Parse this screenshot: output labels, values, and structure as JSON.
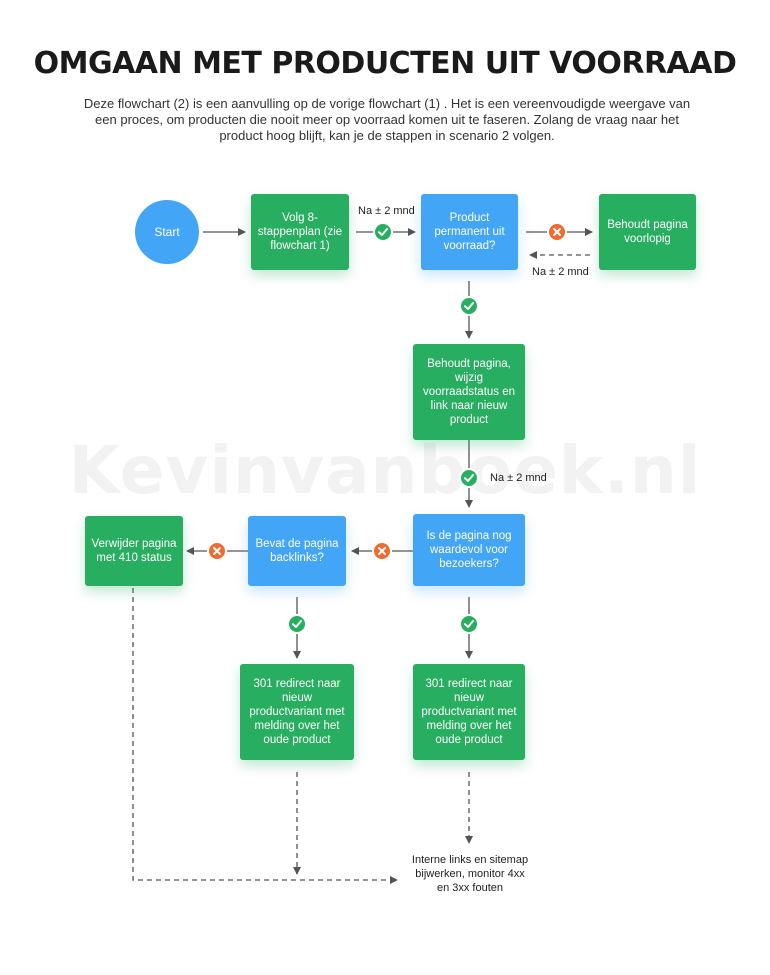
{
  "title": "OMGAAN MET PRODUCTEN UIT VOORRAAD",
  "intro": "Deze flowchart (2) is een aanvulling op de vorige flowchart (1) . Het is een vereenvoudigde weergave van een proces, om producten die nooit meer op voorraad komen uit te faseren. Zolang de vraag naar het product hoog blijft, kan je de stappen in scenario 2 volgen.",
  "watermark": "Kevinvanboek.nl",
  "colors": {
    "green": "#27ae60",
    "blue": "#42a5f5",
    "no": "#ef6c2f",
    "line": "#555555"
  },
  "nodes": {
    "start": "Start",
    "step1": "Volg 8-stappenplan (zie flowchart 1)",
    "q_permanent": "Product permanent uit voorraad?",
    "keep_temp": "Behoudt pagina voorlopig",
    "keep_update": "Behoudt pagina, wijzig voorraadstatus en link naar nieuw product",
    "q_valuable": "Is de pagina nog waardevol voor bezoekers?",
    "q_backlinks": "Bevat de pagina backlinks?",
    "delete_410": "Verwijder pagina met 410 status",
    "redirect_left": "301 redirect naar nieuw productvariant met melding over het oude product",
    "redirect_right": "301 redirect naar nieuw productvariant met melding over het oude product",
    "final": "Interne links en sitemap bijwerken, monitor 4xx en 3xx fouten"
  },
  "labels": {
    "after_step1": "Na ± 2 mnd",
    "back_from_keep": "Na ± 2 mnd",
    "after_keep_update": "Na ± 2 mnd"
  },
  "icons": {
    "yes": "check-icon",
    "no": "cross-icon"
  }
}
